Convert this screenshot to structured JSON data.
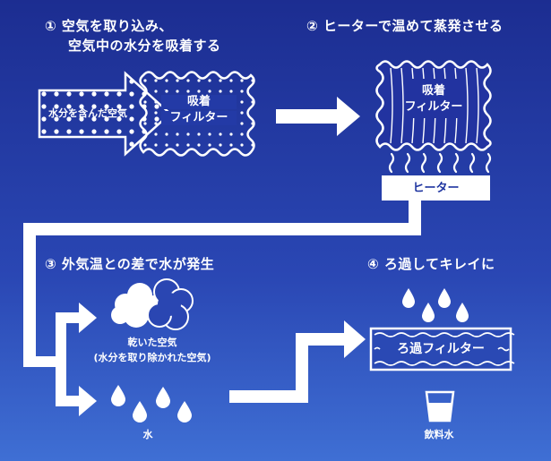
{
  "steps": {
    "step1": {
      "line1": "① 空気を取り込み、",
      "line2": "空気中の水分を吸着する"
    },
    "step2": {
      "title": "② ヒーターで温めて蒸発させる"
    },
    "step3": {
      "title": "③ 外気温との差で水が発生"
    },
    "step4": {
      "title": "④ ろ過してキレイに"
    }
  },
  "labels": {
    "air_with_moisture": "水分を含んだ空気",
    "adsorption_filter_1": {
      "line1": "吸着",
      "line2": "フィルター"
    },
    "adsorption_filter_2": {
      "line1": "吸着",
      "line2": "フィルター"
    },
    "heater": "ヒーター",
    "dry_air": {
      "line1": "乾いた空気",
      "line2": "(水分を取り除かれた空気)"
    },
    "water": "水",
    "filtration_filter": "ろ過フィルター",
    "drinking_water": "飲料水"
  },
  "colors": {
    "background_top": "#1c2d91",
    "background_bottom": "#3f6fd4",
    "foreground": "#ffffff"
  },
  "icons": [
    "arrow-icon",
    "filter-icon",
    "steam-icon",
    "cloud-icon",
    "water-drop-icon",
    "glass-icon"
  ]
}
